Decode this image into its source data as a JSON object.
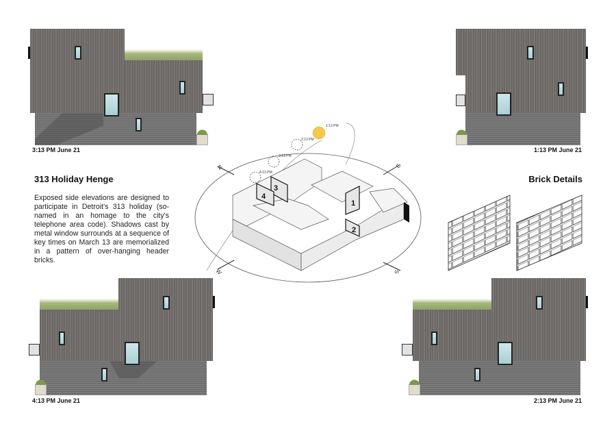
{
  "elevations": [
    {
      "caption": "3:13 PM June 21"
    },
    {
      "caption": "1:13 PM June 21"
    },
    {
      "caption": "4:13 PM June 21"
    },
    {
      "caption": "2:13 PM June 21"
    }
  ],
  "intro": {
    "title": "313 Holiday Henge",
    "text": "Exposed side elevations are designed to participate in Detroit's 313 holiday (so-named in an homage to the city's telephone area code). Shadows cast by metal window surrounds at a sequence of key times on March 13 are memorialized in a pattern of over-hanging header bricks."
  },
  "site_plan": {
    "sun_times": [
      "1:13 PM",
      "2:13 PM",
      "3:13 PM",
      "4:13 PM"
    ],
    "compass": [
      "N",
      "E",
      "S",
      "W"
    ],
    "building_labels": [
      "1",
      "2",
      "3",
      "4"
    ],
    "sun_color": "#f2c94c"
  },
  "brick_details": {
    "title": "Brick Details"
  }
}
